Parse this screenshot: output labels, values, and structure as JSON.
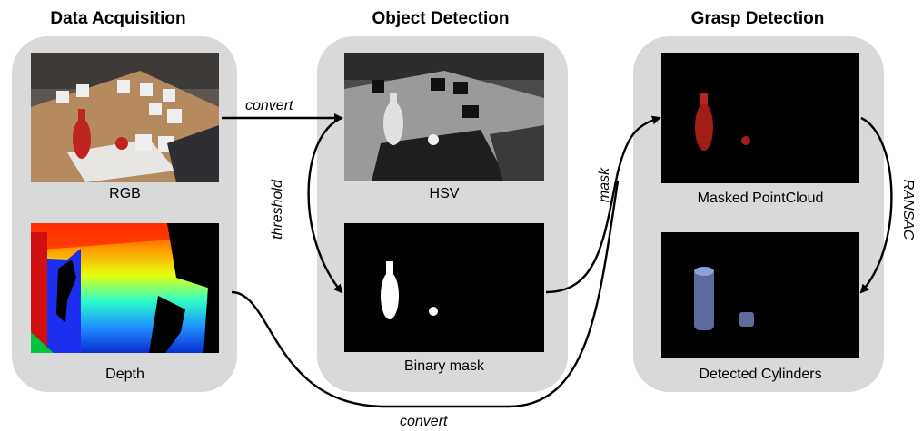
{
  "stages": {
    "acquisition": {
      "title": "Data Acquisition",
      "rgb_caption": "RGB",
      "depth_caption": "Depth"
    },
    "object": {
      "title": "Object Detection",
      "hsv_caption": "HSV",
      "mask_caption": "Binary mask"
    },
    "grasp": {
      "title": "Grasp Detection",
      "pointcloud_caption": "Masked PointCloud",
      "cylinders_caption": "Detected Cylinders"
    }
  },
  "edges": {
    "convert_top": "convert",
    "threshold": "threshold",
    "mask": "mask",
    "ransac": "RANSAC",
    "convert_bottom": "convert"
  },
  "colors": {
    "panel": "#d9d9d9",
    "arrow": "#000000",
    "object_red": "#c0241f"
  }
}
